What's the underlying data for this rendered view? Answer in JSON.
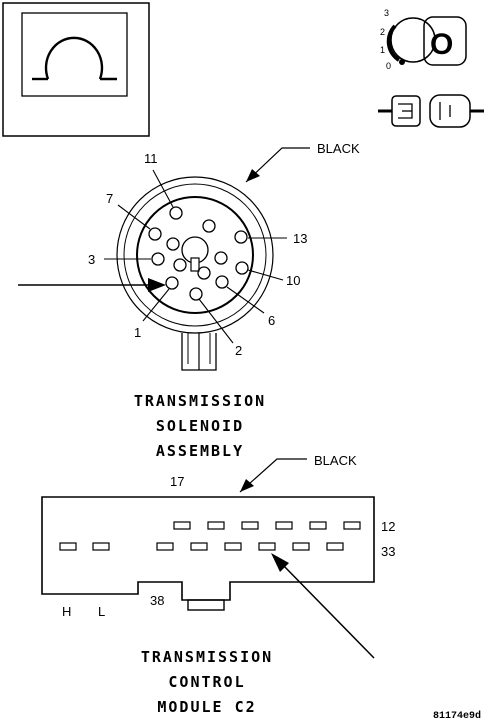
{
  "ohmmeter": {
    "symbol": "Ω"
  },
  "key_switch": {
    "positions": [
      "3",
      "2",
      "1",
      "0"
    ],
    "key_letter": "O"
  },
  "solenoid_connector": {
    "color_label": "BLACK",
    "pins": [
      "11",
      "7",
      "3",
      "1",
      "2",
      "6",
      "10",
      "13"
    ],
    "title_lines": [
      "TRANSMISSION",
      "SOLENOID",
      "ASSEMBLY"
    ]
  },
  "tcm_connector": {
    "color_label": "BLACK",
    "pins": [
      "17",
      "12",
      "33",
      "38"
    ],
    "side_labels": [
      "H",
      "L"
    ],
    "title_lines": [
      "TRANSMISSION",
      "CONTROL",
      "MODULE C2"
    ]
  },
  "figure_code": "81174e9d"
}
